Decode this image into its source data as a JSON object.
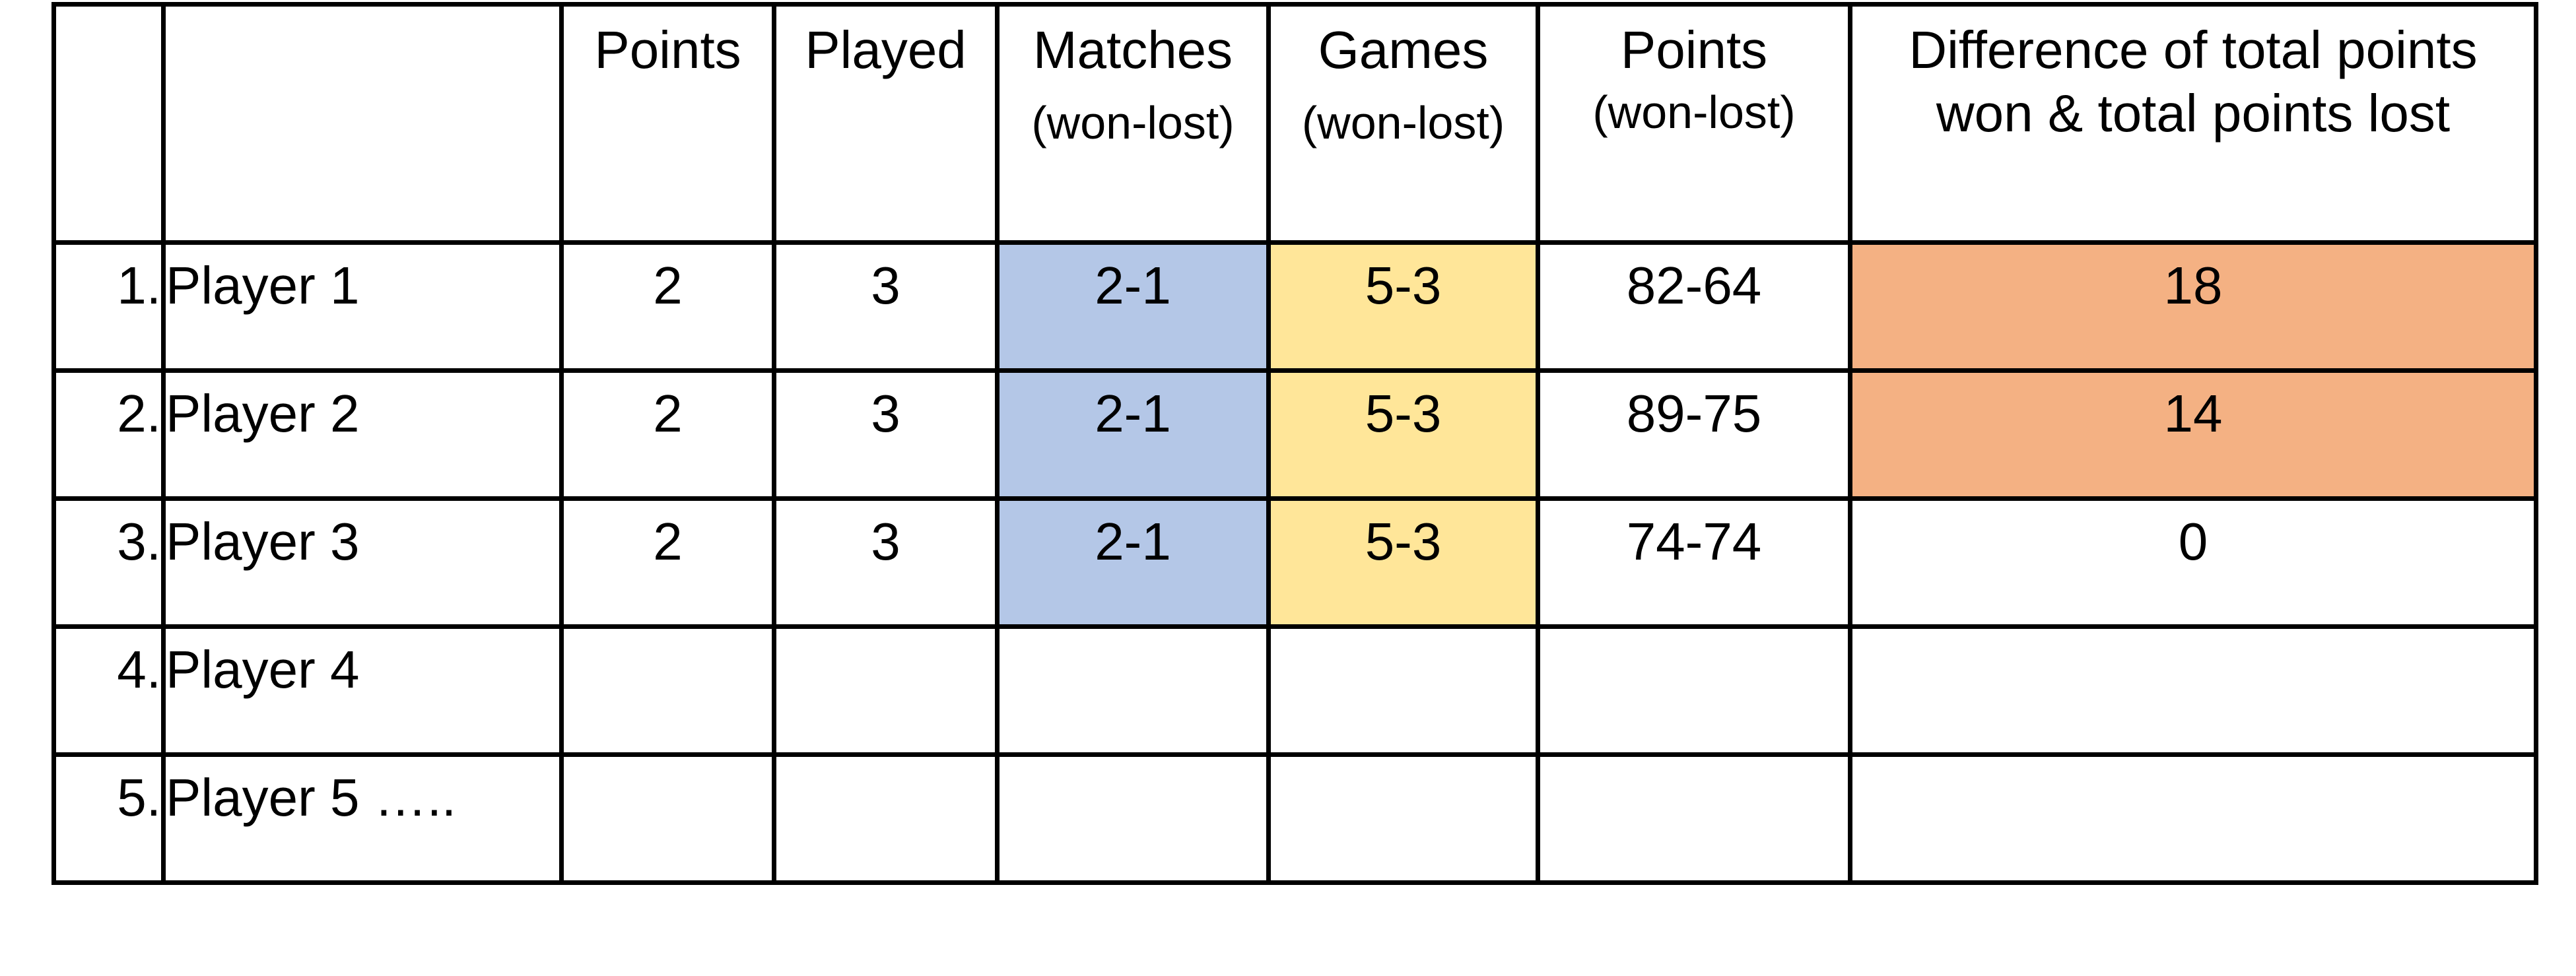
{
  "headers": {
    "rank": "",
    "player": "",
    "points": "Points",
    "played": "Played",
    "matches": "Matches",
    "matches_sub": "(won-lost)",
    "games": "Games",
    "games_sub": "(won-lost)",
    "points_wl": "Points",
    "points_wl_sub": "(won-lost)",
    "difference_line1": "Difference of total points",
    "difference_line2": "won & total points lost"
  },
  "rows": [
    {
      "rank": "1.",
      "player": "Player 1",
      "points": "2",
      "played": "3",
      "matches": "2-1",
      "games": "5-3",
      "points_wl": "82-64",
      "difference": "18"
    },
    {
      "rank": "2.",
      "player": "Player 2",
      "points": "2",
      "played": "3",
      "matches": "2-1",
      "games": "5-3",
      "points_wl": "89-75",
      "difference": "14"
    },
    {
      "rank": "3.",
      "player": "Player 3",
      "points": "2",
      "played": "3",
      "matches": "2-1",
      "games": "5-3",
      "points_wl": "74-74",
      "difference": "0"
    },
    {
      "rank": "4.",
      "player": "Player 4",
      "points": "",
      "played": "",
      "matches": "",
      "games": "",
      "points_wl": "",
      "difference": ""
    },
    {
      "rank": "5.",
      "player": "Player 5 …..",
      "points": "",
      "played": "",
      "matches": "",
      "games": "",
      "points_wl": "",
      "difference": ""
    }
  ],
  "colors": {
    "matches_highlight": "#b4c7e7",
    "games_highlight": "#ffe699",
    "difference_highlight": "#f4b183",
    "border": "#000000"
  }
}
